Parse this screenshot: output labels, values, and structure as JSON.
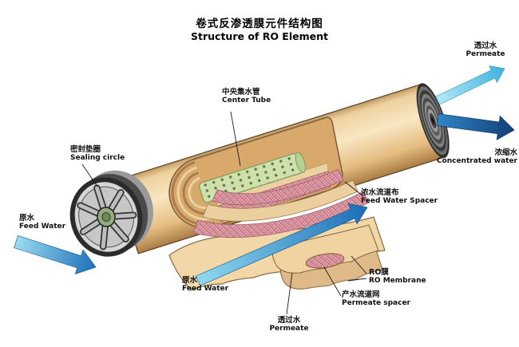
{
  "title": {
    "zh": "卷式反渗透膜元件结构图",
    "en": "Structure of RO Element"
  },
  "labels": {
    "center_tube": {
      "zh": "中央集水管",
      "en": "Center Tube"
    },
    "sealing_circle": {
      "zh": "密封垫圈",
      "en": "Sealing circle"
    },
    "feed_water_left": {
      "zh": "原水",
      "en": "Feed Water"
    },
    "permeate_top": {
      "zh": "透过水",
      "en": "Permeate"
    },
    "concentrated_water": {
      "zh": "浓缩水",
      "en": "Concentrated water"
    },
    "feed_water_spacer": {
      "zh": "浓水流道布",
      "en": "Feed Water Spacer"
    },
    "feed_water_bottom": {
      "zh": "原水",
      "en": "Feed Water"
    },
    "ro_membrane": {
      "zh": "RO膜",
      "en": "RO Membrane"
    },
    "permeate_spacer": {
      "zh": "产水流道网",
      "en": "Permeate spacer"
    },
    "permeate_bottom": {
      "zh": "透过水",
      "en": "Permeate"
    }
  },
  "colors": {
    "membrane_tan": "#f2d8a8",
    "spacer_pink": "#e2a6af",
    "tube_green": "#cfe0ad",
    "feed_arrow_blue": "#1d6fb8",
    "permeate_cyan": "#45b8e0",
    "concentrated_blue": "#164a80"
  }
}
